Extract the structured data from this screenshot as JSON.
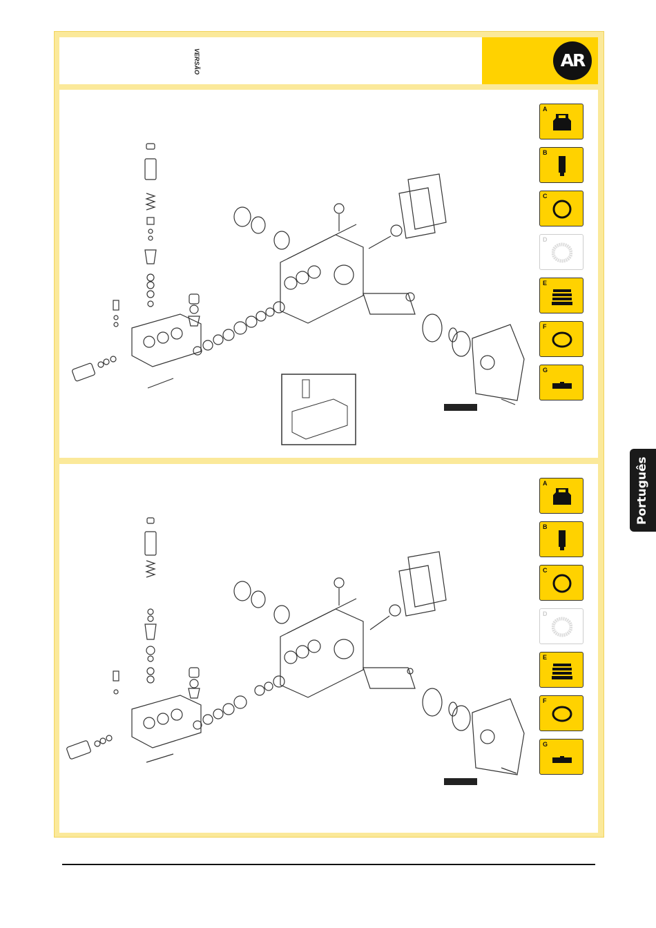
{
  "header": {
    "version_label": "VERSÃO"
  },
  "brand": {
    "logo_text": "AR",
    "accent_color": "#ffd200"
  },
  "side_tab": {
    "label": "Português"
  },
  "panels": [
    {
      "tabs": [
        {
          "letter": "A",
          "icon": "manifold-icon",
          "dim": false
        },
        {
          "letter": "B",
          "icon": "plunger-icon",
          "dim": false
        },
        {
          "letter": "C",
          "icon": "seal-ring-icon",
          "dim": false
        },
        {
          "letter": "D",
          "icon": "bearing-ring-icon",
          "dim": true
        },
        {
          "letter": "E",
          "icon": "packing-icon",
          "dim": false
        },
        {
          "letter": "F",
          "icon": "o-ring-icon",
          "dim": false
        },
        {
          "letter": "G",
          "icon": "base-plate-icon",
          "dim": false
        }
      ]
    },
    {
      "tabs": [
        {
          "letter": "A",
          "icon": "manifold-icon",
          "dim": false
        },
        {
          "letter": "B",
          "icon": "plunger-icon",
          "dim": false
        },
        {
          "letter": "C",
          "icon": "seal-ring-icon",
          "dim": false
        },
        {
          "letter": "D",
          "icon": "bearing-ring-icon",
          "dim": true
        },
        {
          "letter": "E",
          "icon": "packing-icon",
          "dim": false
        },
        {
          "letter": "F",
          "icon": "o-ring-icon",
          "dim": false
        },
        {
          "letter": "G",
          "icon": "base-plate-icon",
          "dim": false
        }
      ]
    }
  ]
}
